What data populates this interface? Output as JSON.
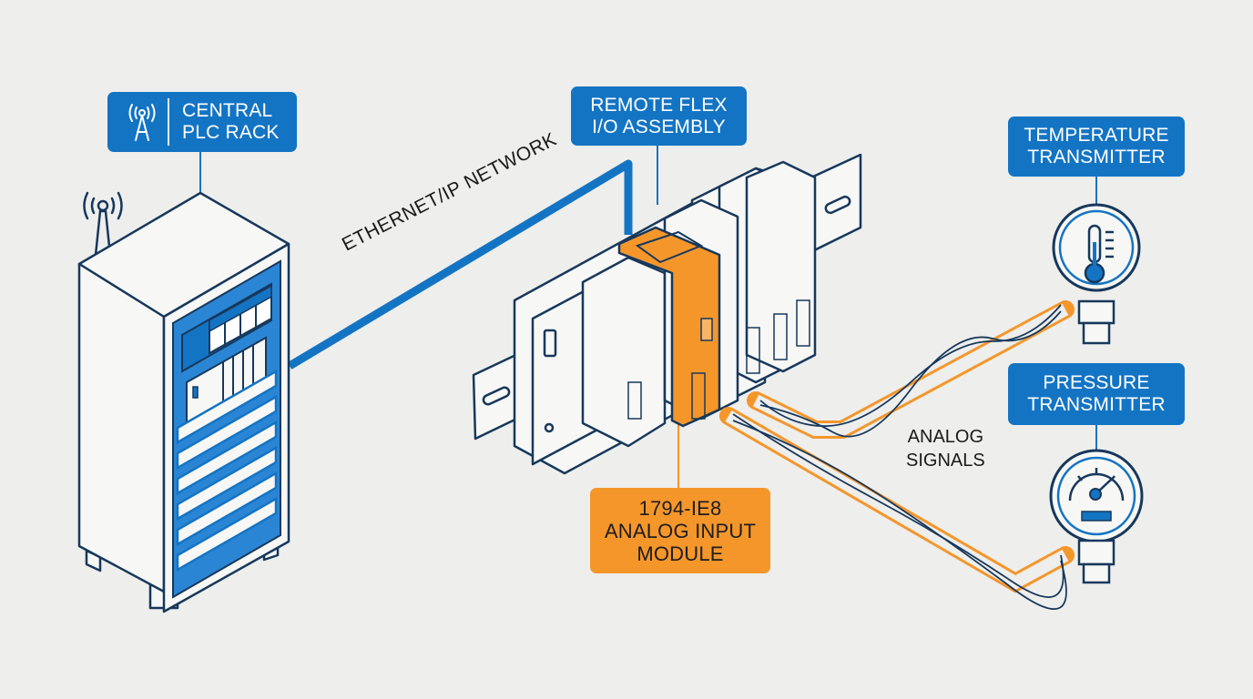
{
  "diagram": {
    "title": "Remote Flex I/O analog signal architecture",
    "colors": {
      "background": "#eeeeec",
      "primary_blue": "#1474c4",
      "outline_navy": "#17385c",
      "accent_orange": "#f5962b",
      "callout_text_light": "#ffffff",
      "callout_text_dark": "#1d1d1f"
    },
    "callouts": {
      "plc_rack": {
        "line1": "CENTRAL",
        "line2": "PLC RACK",
        "icon": "wireless-antenna-icon"
      },
      "flex_io": {
        "line1": "REMOTE FLEX",
        "line2": "I/O ASSEMBLY"
      },
      "temperature": {
        "line1": "TEMPERATURE",
        "line2": "TRANSMITTER"
      },
      "pressure": {
        "line1": "PRESSURE",
        "line2": "TRANSMITTER"
      },
      "module": {
        "line1": "1794-IE8",
        "line2": "ANALOG INPUT",
        "line3": "MODULE"
      }
    },
    "labels": {
      "network": "ETHERNET/IP NETWORK",
      "analog_line1": "ANALOG",
      "analog_line2": "SIGNALS"
    },
    "components": [
      {
        "id": "plc-rack",
        "name": "Central PLC Rack",
        "icon": "server-cabinet-icon"
      },
      {
        "id": "flex-io",
        "name": "Remote Flex I/O Assembly",
        "icon": "din-rail-io-icon",
        "module_count": 6,
        "highlighted_module_index": 2
      },
      {
        "id": "temp-tx",
        "name": "Temperature Transmitter",
        "icon": "thermometer-gauge-icon"
      },
      {
        "id": "press-tx",
        "name": "Pressure Transmitter",
        "icon": "pressure-gauge-icon"
      }
    ],
    "connections": [
      {
        "from": "plc-rack",
        "to": "flex-io",
        "type": "EtherNet/IP",
        "style": "blue-cable"
      },
      {
        "from": "flex-io",
        "to": "temp-tx",
        "type": "analog",
        "style": "orange-twisted-pair"
      },
      {
        "from": "flex-io",
        "to": "press-tx",
        "type": "analog",
        "style": "orange-twisted-pair"
      }
    ]
  }
}
